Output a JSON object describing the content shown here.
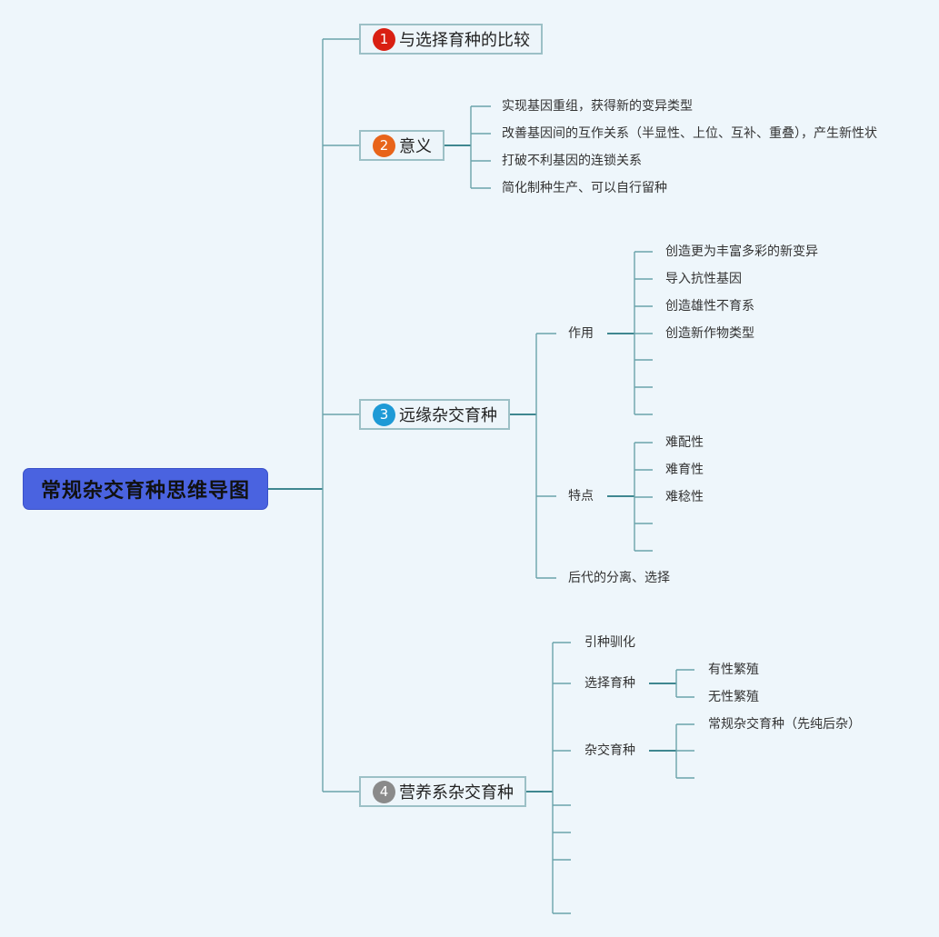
{
  "root": {
    "label": "常规杂交育种思维导图",
    "color": "#4a63e0"
  },
  "branches": [
    {
      "badge": "1",
      "badge_color": "#d91f12",
      "label": "与选择育种的比较"
    },
    {
      "badge": "2",
      "badge_color": "#e8641a",
      "label": "意义",
      "children": [
        "实现基因重组，获得新的变异类型",
        "改善基因间的互作关系（半显性、上位、互补、重叠），产生新性状",
        "打破不利基因的连锁关系",
        "简化制种生产、可以自行留种"
      ]
    },
    {
      "badge": "3",
      "badge_color": "#1e9ad6",
      "label": "远缘杂交育种",
      "children": [
        {
          "label": "作用",
          "children": [
            "创造更为丰富多彩的新变异",
            "导入抗性基因",
            "创造雄性不育系",
            "创造新作物类型",
            "",
            "",
            ""
          ]
        },
        {
          "label": "特点",
          "children": [
            "难配性",
            "难育性",
            "难稔性",
            "",
            ""
          ]
        },
        {
          "label": "后代的分离、选择"
        }
      ]
    },
    {
      "badge": "4",
      "badge_color": "#8a8a8a",
      "label": "营养系杂交育种",
      "children": [
        {
          "label": "引种驯化"
        },
        {
          "label": "选择育种",
          "children": [
            "有性繁殖",
            "无性繁殖"
          ]
        },
        {
          "label": "杂交育种",
          "children": [
            "常规杂交育种（先纯后杂）",
            "",
            ""
          ]
        },
        {
          "label": ""
        },
        {
          "label": ""
        },
        {
          "label": ""
        },
        {
          "label": ""
        }
      ]
    }
  ]
}
